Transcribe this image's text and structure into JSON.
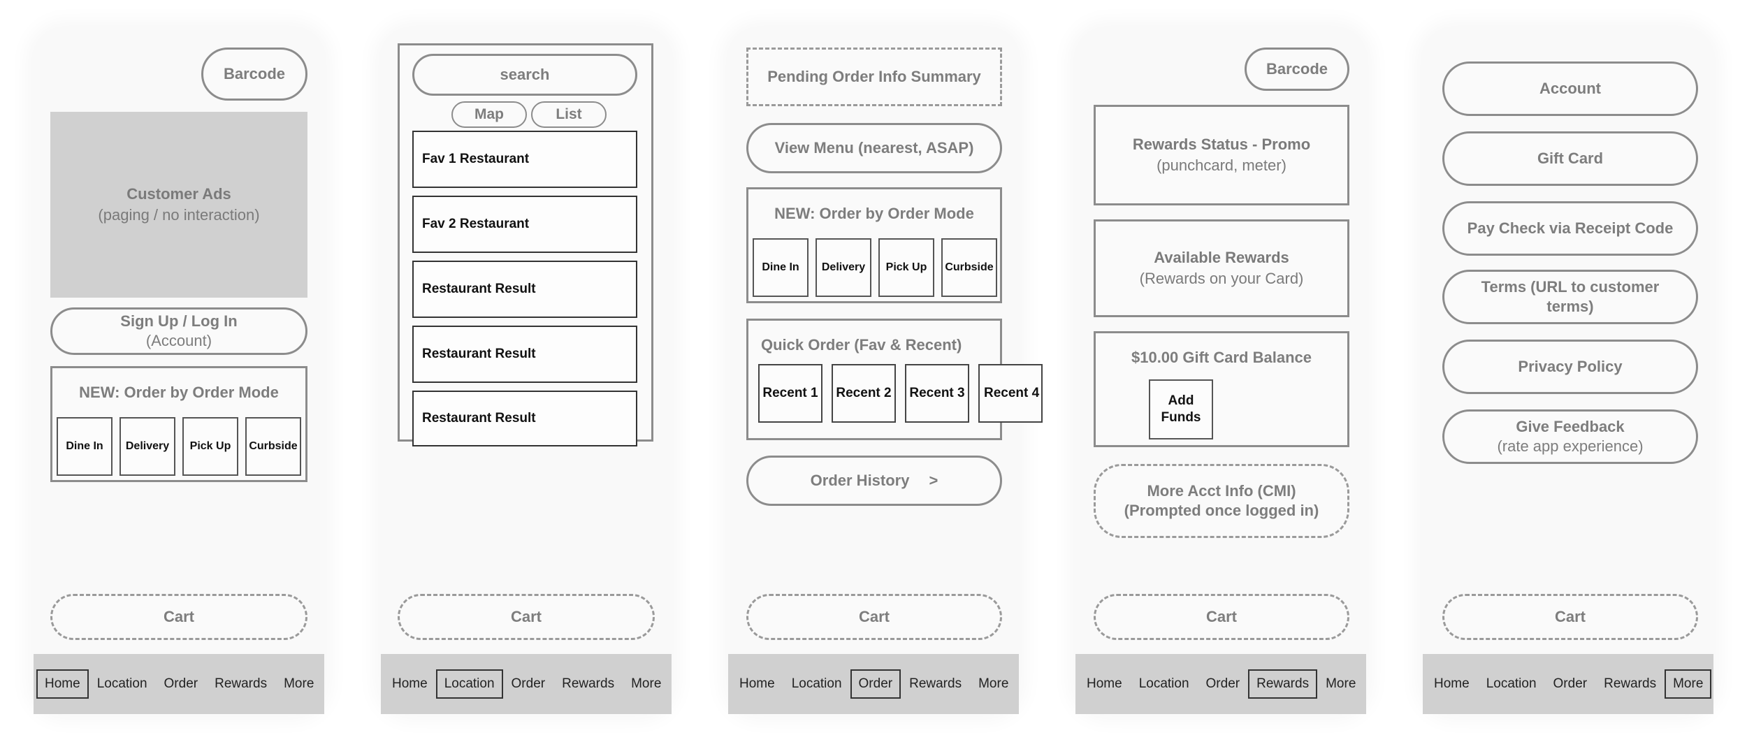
{
  "nav": [
    "Home",
    "Location",
    "Order",
    "Rewards",
    "More"
  ],
  "cart_label": "Cart",
  "order_modes": [
    "Dine In",
    "Delivery",
    "Pick Up",
    "Curbside"
  ],
  "home": {
    "barcode": "Barcode",
    "ads_title": "Customer Ads",
    "ads_sub": "(paging / no interaction)",
    "signup_title": "Sign Up / Log In",
    "signup_sub": "(Account)",
    "order_mode_title": "NEW: Order by Order Mode"
  },
  "location": {
    "search": "search",
    "map": "Map",
    "list": "List",
    "items": [
      "Fav 1 Restaurant",
      "Fav 2 Restaurant",
      "Restaurant Result",
      "Restaurant Result",
      "Restaurant Result"
    ]
  },
  "order": {
    "pending": "Pending Order Info Summary",
    "view_menu": "View Menu (nearest, ASAP)",
    "order_mode_title": "NEW: Order by Order Mode",
    "quick_title": "Quick Order (Fav & Recent)",
    "recents": [
      "Recent 1",
      "Recent 2",
      "Recent 3",
      "Recent 4"
    ],
    "history": "Order History",
    "history_arrow": ">"
  },
  "rewards": {
    "barcode": "Barcode",
    "status_title": "Rewards Status - Promo",
    "status_sub": "(punchcard, meter)",
    "available_title": "Available Rewards",
    "available_sub": "(Rewards on your Card)",
    "gift_title": "$10.00 Gift Card Balance",
    "add_funds": "Add Funds",
    "more_acct_title": "More Acct Info (CMI)",
    "more_acct_sub": "(Prompted once logged in)"
  },
  "more": {
    "account": "Account",
    "gift_card": "Gift Card",
    "pay_check": "Pay Check via Receipt Code",
    "terms": "Terms (URL to customer terms)",
    "privacy": "Privacy Policy",
    "feedback_title": "Give Feedback",
    "feedback_sub": "(rate app experience)"
  }
}
